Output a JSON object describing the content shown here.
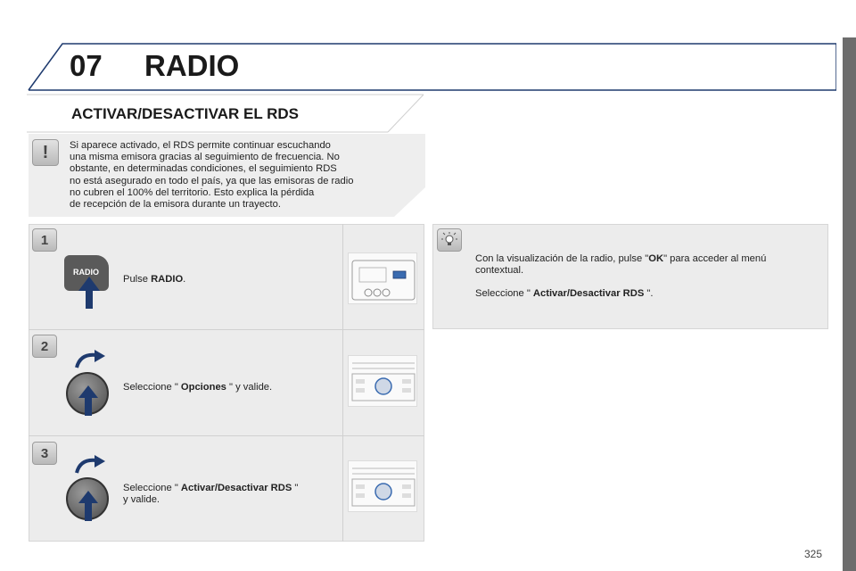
{
  "header": {
    "chapter_number": "07",
    "chapter_title": "RADIO"
  },
  "section": {
    "title": "ACTIVAR/DESACTIVAR EL RDS"
  },
  "warning": {
    "lines": [
      "Si aparece activado, el RDS permite continuar escuchando",
      "una misma emisora gracias al seguimiento de frecuencia. No",
      "obstante, en determinadas condiciones, el seguimiento RDS",
      "no está asegurado en todo el país, ya que las emisoras de radio",
      "no cubren el 100% del territorio. Esto explica la pérdida",
      "de recepción de la emisora durante un trayecto."
    ]
  },
  "steps": [
    {
      "number": "1",
      "pre": "Pulse ",
      "bold": "RADIO",
      "post": ".",
      "key_label": "RADIO"
    },
    {
      "number": "2",
      "pre": "Seleccione \" ",
      "bold": "Opciones",
      "post": " \" y valide."
    },
    {
      "number": "3",
      "pre": "Seleccione \" ",
      "bold": "Activar/Desactivar RDS",
      "post": " \"",
      "line2": " y valide."
    }
  ],
  "tip": {
    "line1_pre": "Con la visualización de la radio, pulse \"",
    "line1_bold": "OK",
    "line1_post": "\" para acceder al menú",
    "line1b": "contextual.",
    "line2_pre": "Seleccione \" ",
    "line2_bold": "Activar/Desactivar RDS",
    "line2_post": " \"."
  },
  "footer": {
    "page_number": "325"
  },
  "colors": {
    "accent": "#1e3a6e",
    "panel": "#ececec",
    "sidebar": "#6d6d6d"
  }
}
